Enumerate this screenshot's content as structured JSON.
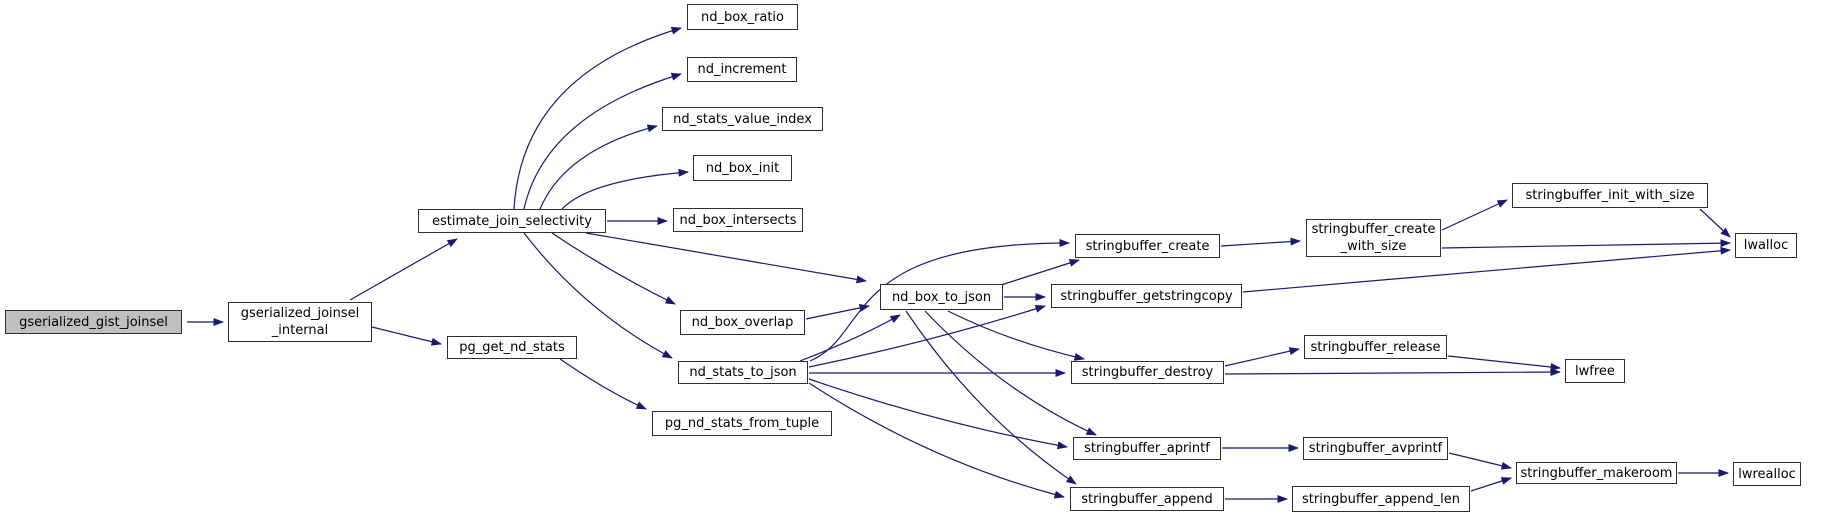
{
  "diagram": {
    "type": "call-graph",
    "root_function": "gserialized_gist_joinsel",
    "colors": {
      "edge": "#191970",
      "node_border": "#2e2e2e",
      "node_fill": "#ffffff",
      "root_fill": "#bfbfbf",
      "text": "#000000",
      "background": "#ffffff"
    },
    "nodes": [
      {
        "id": "gserialized_gist_joinsel",
        "label": "gserialized_gist_joinsel",
        "lines": [
          "gserialized_gist_joinsel"
        ],
        "is_root": true
      },
      {
        "id": "gserialized_joinsel_internal",
        "label": "gserialized_joinsel_internal",
        "lines": [
          "gserialized_joinsel",
          "_internal"
        ],
        "is_root": false
      },
      {
        "id": "estimate_join_selectivity",
        "label": "estimate_join_selectivity",
        "lines": [
          "estimate_join_selectivity"
        ],
        "is_root": false
      },
      {
        "id": "pg_get_nd_stats",
        "label": "pg_get_nd_stats",
        "lines": [
          "pg_get_nd_stats"
        ],
        "is_root": false
      },
      {
        "id": "nd_box_ratio",
        "label": "nd_box_ratio",
        "lines": [
          "nd_box_ratio"
        ],
        "is_root": false
      },
      {
        "id": "nd_increment",
        "label": "nd_increment",
        "lines": [
          "nd_increment"
        ],
        "is_root": false
      },
      {
        "id": "nd_stats_value_index",
        "label": "nd_stats_value_index",
        "lines": [
          "nd_stats_value_index"
        ],
        "is_root": false
      },
      {
        "id": "nd_box_init",
        "label": "nd_box_init",
        "lines": [
          "nd_box_init"
        ],
        "is_root": false
      },
      {
        "id": "nd_box_intersects",
        "label": "nd_box_intersects",
        "lines": [
          "nd_box_intersects"
        ],
        "is_root": false
      },
      {
        "id": "nd_box_overlap",
        "label": "nd_box_overlap",
        "lines": [
          "nd_box_overlap"
        ],
        "is_root": false
      },
      {
        "id": "nd_stats_to_json",
        "label": "nd_stats_to_json",
        "lines": [
          "nd_stats_to_json"
        ],
        "is_root": false
      },
      {
        "id": "pg_nd_stats_from_tuple",
        "label": "pg_nd_stats_from_tuple",
        "lines": [
          "pg_nd_stats_from_tuple"
        ],
        "is_root": false
      },
      {
        "id": "nd_box_to_json",
        "label": "nd_box_to_json",
        "lines": [
          "nd_box_to_json"
        ],
        "is_root": false
      },
      {
        "id": "stringbuffer_create",
        "label": "stringbuffer_create",
        "lines": [
          "stringbuffer_create"
        ],
        "is_root": false
      },
      {
        "id": "stringbuffer_getstringcopy",
        "label": "stringbuffer_getstringcopy",
        "lines": [
          "stringbuffer_getstringcopy"
        ],
        "is_root": false
      },
      {
        "id": "stringbuffer_destroy",
        "label": "stringbuffer_destroy",
        "lines": [
          "stringbuffer_destroy"
        ],
        "is_root": false
      },
      {
        "id": "stringbuffer_aprintf",
        "label": "stringbuffer_aprintf",
        "lines": [
          "stringbuffer_aprintf"
        ],
        "is_root": false
      },
      {
        "id": "stringbuffer_append",
        "label": "stringbuffer_append",
        "lines": [
          "stringbuffer_append"
        ],
        "is_root": false
      },
      {
        "id": "stringbuffer_create_with_size",
        "label": "stringbuffer_create_with_size",
        "lines": [
          "stringbuffer_create",
          "_with_size"
        ],
        "is_root": false
      },
      {
        "id": "stringbuffer_release",
        "label": "stringbuffer_release",
        "lines": [
          "stringbuffer_release"
        ],
        "is_root": false
      },
      {
        "id": "stringbuffer_avprintf",
        "label": "stringbuffer_avprintf",
        "lines": [
          "stringbuffer_avprintf"
        ],
        "is_root": false
      },
      {
        "id": "stringbuffer_append_len",
        "label": "stringbuffer_append_len",
        "lines": [
          "stringbuffer_append_len"
        ],
        "is_root": false
      },
      {
        "id": "stringbuffer_init_with_size",
        "label": "stringbuffer_init_with_size",
        "lines": [
          "stringbuffer_init_with_size"
        ],
        "is_root": false
      },
      {
        "id": "stringbuffer_makeroom",
        "label": "stringbuffer_makeroom",
        "lines": [
          "stringbuffer_makeroom"
        ],
        "is_root": false
      },
      {
        "id": "lwalloc",
        "label": "lwalloc",
        "lines": [
          "lwalloc"
        ],
        "is_root": false
      },
      {
        "id": "lwfree",
        "label": "lwfree",
        "lines": [
          "lwfree"
        ],
        "is_root": false
      },
      {
        "id": "lwrealloc",
        "label": "lwrealloc",
        "lines": [
          "lwrealloc"
        ],
        "is_root": false
      }
    ],
    "edges": [
      {
        "from": "gserialized_gist_joinsel",
        "to": "gserialized_joinsel_internal"
      },
      {
        "from": "gserialized_joinsel_internal",
        "to": "estimate_join_selectivity"
      },
      {
        "from": "gserialized_joinsel_internal",
        "to": "pg_get_nd_stats"
      },
      {
        "from": "estimate_join_selectivity",
        "to": "nd_box_ratio"
      },
      {
        "from": "estimate_join_selectivity",
        "to": "nd_increment"
      },
      {
        "from": "estimate_join_selectivity",
        "to": "nd_stats_value_index"
      },
      {
        "from": "estimate_join_selectivity",
        "to": "nd_box_init"
      },
      {
        "from": "estimate_join_selectivity",
        "to": "nd_box_intersects"
      },
      {
        "from": "estimate_join_selectivity",
        "to": "nd_box_overlap"
      },
      {
        "from": "estimate_join_selectivity",
        "to": "nd_stats_to_json"
      },
      {
        "from": "estimate_join_selectivity",
        "to": "nd_box_to_json"
      },
      {
        "from": "pg_get_nd_stats",
        "to": "pg_nd_stats_from_tuple"
      },
      {
        "from": "nd_box_overlap",
        "to": "nd_box_to_json"
      },
      {
        "from": "nd_stats_to_json",
        "to": "nd_box_to_json"
      },
      {
        "from": "nd_stats_to_json",
        "to": "stringbuffer_create"
      },
      {
        "from": "nd_stats_to_json",
        "to": "stringbuffer_getstringcopy"
      },
      {
        "from": "nd_stats_to_json",
        "to": "stringbuffer_destroy"
      },
      {
        "from": "nd_stats_to_json",
        "to": "stringbuffer_aprintf"
      },
      {
        "from": "nd_stats_to_json",
        "to": "stringbuffer_append"
      },
      {
        "from": "nd_box_to_json",
        "to": "stringbuffer_create"
      },
      {
        "from": "nd_box_to_json",
        "to": "stringbuffer_getstringcopy"
      },
      {
        "from": "nd_box_to_json",
        "to": "stringbuffer_destroy"
      },
      {
        "from": "nd_box_to_json",
        "to": "stringbuffer_aprintf"
      },
      {
        "from": "nd_box_to_json",
        "to": "stringbuffer_append"
      },
      {
        "from": "stringbuffer_create",
        "to": "stringbuffer_create_with_size"
      },
      {
        "from": "stringbuffer_create_with_size",
        "to": "stringbuffer_init_with_size"
      },
      {
        "from": "stringbuffer_create_with_size",
        "to": "lwalloc"
      },
      {
        "from": "stringbuffer_init_with_size",
        "to": "lwalloc"
      },
      {
        "from": "stringbuffer_getstringcopy",
        "to": "lwalloc"
      },
      {
        "from": "stringbuffer_destroy",
        "to": "stringbuffer_release"
      },
      {
        "from": "stringbuffer_destroy",
        "to": "lwfree"
      },
      {
        "from": "stringbuffer_release",
        "to": "lwfree"
      },
      {
        "from": "stringbuffer_aprintf",
        "to": "stringbuffer_avprintf"
      },
      {
        "from": "stringbuffer_avprintf",
        "to": "stringbuffer_makeroom"
      },
      {
        "from": "stringbuffer_append",
        "to": "stringbuffer_append_len"
      },
      {
        "from": "stringbuffer_append_len",
        "to": "stringbuffer_makeroom"
      },
      {
        "from": "stringbuffer_makeroom",
        "to": "lwrealloc"
      }
    ]
  }
}
